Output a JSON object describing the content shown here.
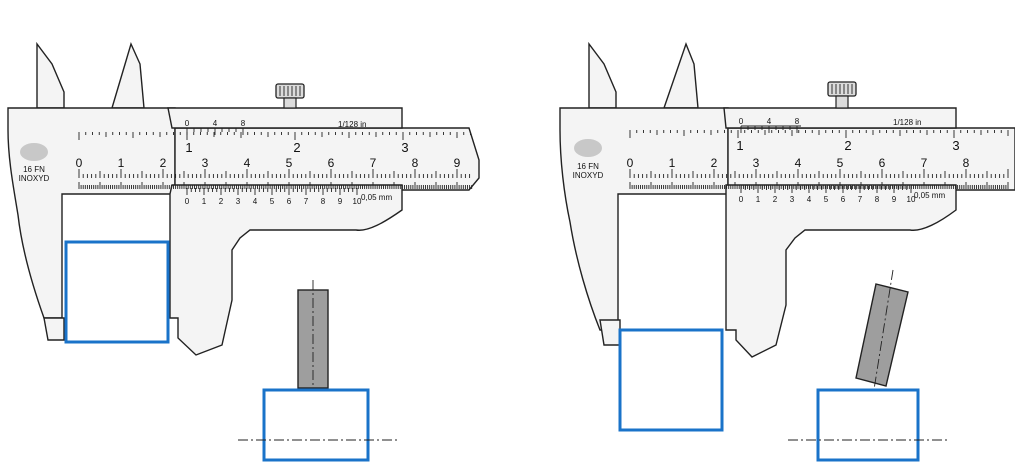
{
  "figure": {
    "panels": [
      {
        "id": "correct",
        "brand_model": "16 FN",
        "brand_material": "INOXYD",
        "main_scale_numbers": [
          "0",
          "1",
          "2",
          "3",
          "4",
          "5",
          "6",
          "7",
          "8",
          "9"
        ],
        "inch_vernier_numbers": [
          "0",
          "4",
          "8"
        ],
        "inch_vernier_label": "1/128 in",
        "inch_top_numbers": [
          "1",
          "2",
          "3"
        ],
        "mm_vernier_numbers": [
          "0",
          "1",
          "2",
          "3",
          "4",
          "5",
          "6",
          "7",
          "8",
          "9",
          "10"
        ],
        "mm_vernier_label": "0,05 mm"
      },
      {
        "id": "incorrect",
        "brand_model": "16 FN",
        "brand_material": "INOXYD",
        "main_scale_numbers": [
          "0",
          "1",
          "2",
          "3",
          "4",
          "5",
          "6",
          "7",
          "8"
        ],
        "inch_vernier_numbers": [
          "0",
          "4",
          "8"
        ],
        "inch_vernier_label": "1/128 in",
        "inch_top_numbers": [
          "1",
          "2",
          "3"
        ],
        "mm_vernier_numbers": [
          "0",
          "1",
          "2",
          "3",
          "4",
          "5",
          "6",
          "7",
          "8",
          "9",
          "10"
        ],
        "mm_vernier_label": "0,05 mm"
      }
    ],
    "colors": {
      "workpiece_outline": "#1a73c9",
      "probe_fill": "#9e9e9e",
      "caliper_fill": "#f4f4f4",
      "logo_blur": "#c8c8c8"
    },
    "icons": [
      "caliper",
      "thumb-wheel",
      "depth-probe",
      "workpiece-section"
    ]
  }
}
